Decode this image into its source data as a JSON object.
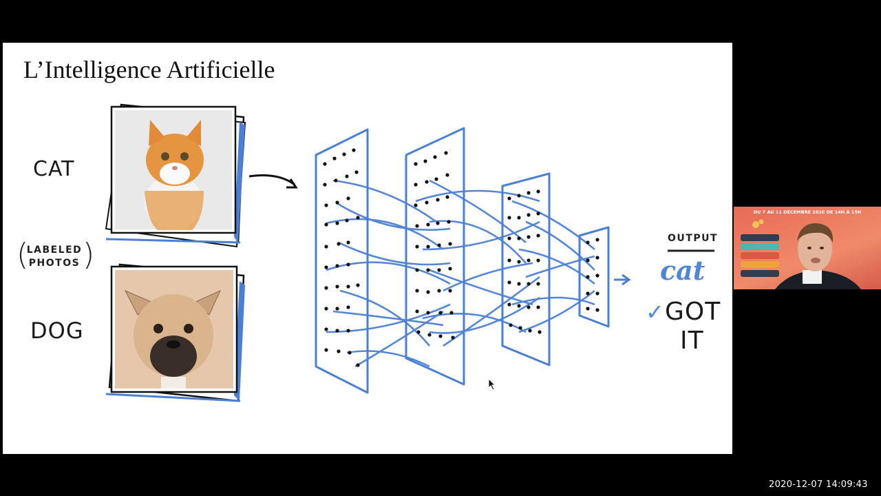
{
  "slide": {
    "title": "L’Intelligence Artificielle",
    "cat_label": "CAT",
    "dog_label": "DOG",
    "labeled_photos": [
      "LABELED",
      "PHOTOS"
    ],
    "output_label": "OUTPUT",
    "output_value": "cat",
    "got_it": [
      "GOT",
      "IT"
    ]
  },
  "webcam": {
    "banner": "DU 7 AU 11 DÉCEMBRE 2020 DE 14H À 15H"
  },
  "timestamp": "2020-12-07  14:09:43",
  "colors": {
    "accent": "#4f86d8",
    "slide_bg": "#ffffff",
    "frame_bg": "#000000",
    "webcam_bg": "#e86a55"
  },
  "icons": [
    "prev-arrow-icon",
    "pen-icon",
    "menu-icon",
    "next-arrow-icon"
  ]
}
